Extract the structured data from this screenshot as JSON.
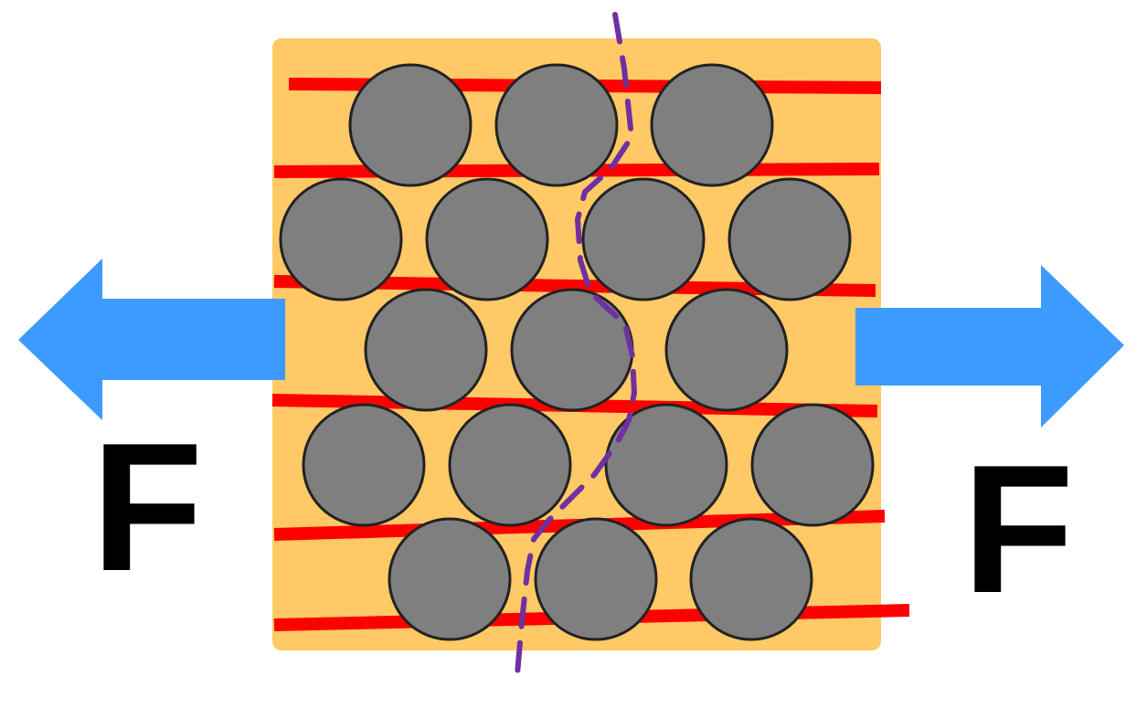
{
  "diagram": {
    "left_force_label": "F",
    "right_force_label": "F",
    "colors": {
      "matrix": "#FFC966",
      "particle_fill": "#7F7F7F",
      "particle_stroke": "#222222",
      "fiber_line": "#FF0000",
      "crack_path": "#7030A0",
      "force_arrow": "#3D9BFF",
      "label": "#000000"
    },
    "particle_rows": [
      3,
      4,
      3,
      4,
      3
    ]
  }
}
